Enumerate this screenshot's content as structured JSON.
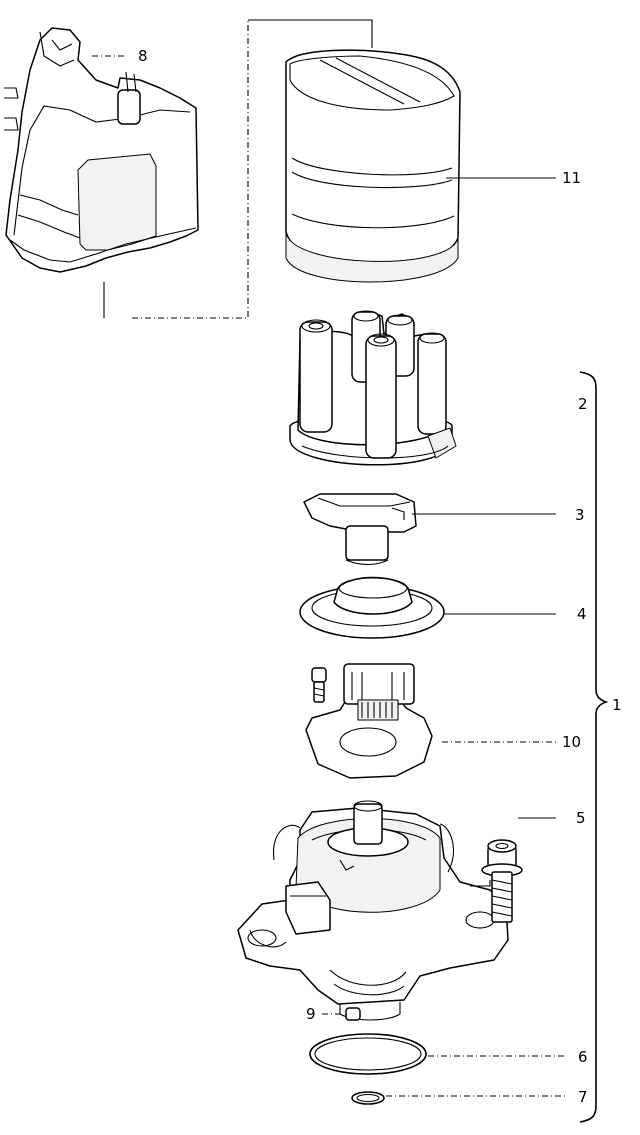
{
  "callouts": {
    "c1": "1",
    "c2": "2",
    "c3": "3",
    "c4": "4",
    "c5": "5",
    "c6": "6",
    "c7": "7",
    "c8": "8",
    "c9": "9",
    "c10": "10",
    "c11": "11"
  },
  "parts": [
    {
      "id": "distributor-assembly",
      "callout": "1"
    },
    {
      "id": "distributor-cap",
      "callout": "2"
    },
    {
      "id": "rotor",
      "callout": "3"
    },
    {
      "id": "dust-shield",
      "callout": "4"
    },
    {
      "id": "mounting-bolt",
      "callout": "5"
    },
    {
      "id": "o-ring-large",
      "callout": "6"
    },
    {
      "id": "o-ring-small",
      "callout": "7"
    },
    {
      "id": "cap-cover",
      "callout": "8"
    },
    {
      "id": "drive-pin",
      "callout": "9"
    },
    {
      "id": "hall-sender",
      "callout": "10"
    },
    {
      "id": "interference-shield",
      "callout": "11"
    }
  ]
}
